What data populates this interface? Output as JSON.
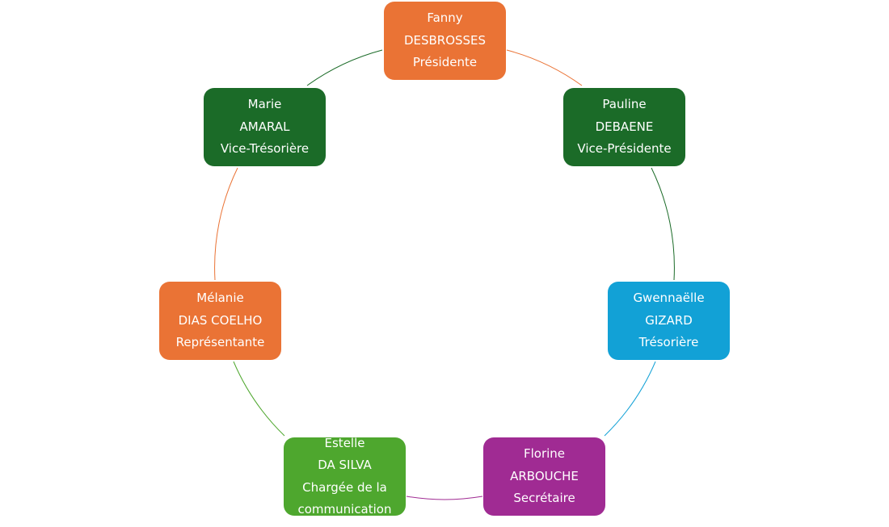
{
  "colors": {
    "orange": "#EA7335",
    "dark_green": "#1B6B28",
    "blue": "#12A1D6",
    "purple": "#A02B93",
    "light_green": "#4EA72E"
  },
  "members": [
    {
      "first_name": "Fanny",
      "last_name": "DESBROSSES",
      "role": "Présidente",
      "color": "#EA7335"
    },
    {
      "first_name": "Pauline",
      "last_name": "DEBAENE",
      "role": "Vice-Présidente",
      "color": "#1B6B28"
    },
    {
      "first_name": "Gwennaëlle",
      "last_name": "GIZARD",
      "role": "Trésorière",
      "color": "#12A1D6"
    },
    {
      "first_name": "Florine",
      "last_name": "ARBOUCHE",
      "role": "Secrétaire",
      "color": "#A02B93"
    },
    {
      "first_name": "Estelle",
      "last_name": "DA SILVA",
      "role_line1": "Chargée de la",
      "role_line2": "communication",
      "color": "#4EA72E"
    },
    {
      "first_name": "Mélanie",
      "last_name": "DIAS COELHO",
      "role": "Représentante",
      "color": "#EA7335"
    },
    {
      "first_name": "Marie",
      "last_name": "AMARAL",
      "role": "Vice-Trésorière",
      "color": "#1B6B28"
    }
  ]
}
